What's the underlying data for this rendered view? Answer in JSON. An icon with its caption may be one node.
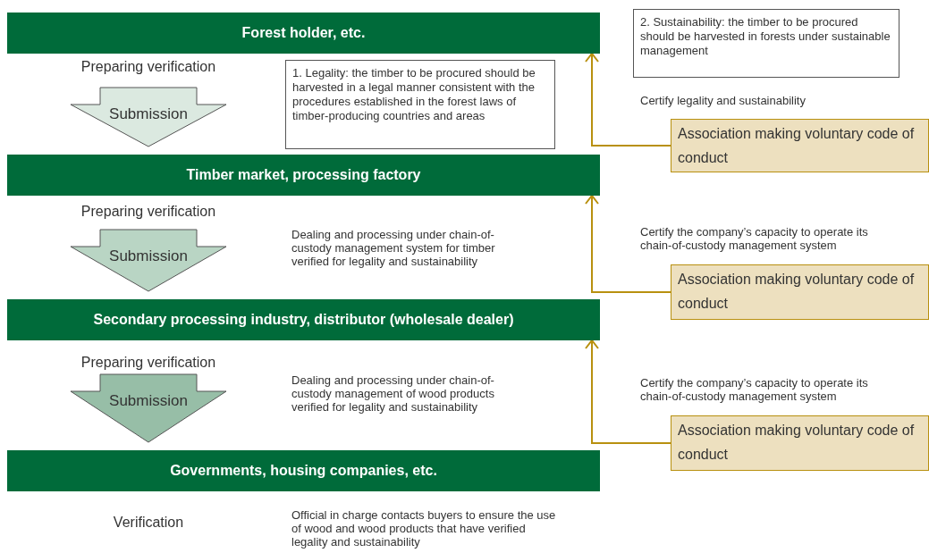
{
  "diagram": {
    "nodes": [
      {
        "text": [
          "Forest holder, etc."
        ]
      },
      {
        "text": [
          "2. Sustainability: the timber to be procured should be harvested in forests under sustainable management"
        ]
      },
      {
        "text": [
          "1. Legality: the timber to be procured should be harvested in a legal manner consistent with the procedures established in the forest laws of timber-producing countries and areas"
        ]
      },
      {
        "text": [
          "Association making voluntary code of conduct"
        ]
      },
      {
        "text": [
          "Timber market, processing factory"
        ]
      },
      {
        "text": [
          "Association making voluntary code of conduct"
        ]
      },
      {
        "text": [
          "Secondary processing industry, distributor (wholesale dealer)"
        ]
      },
      {
        "text": [
          "Association making voluntary code of conduct"
        ]
      },
      {
        "text": [
          "Governments, housing companies, etc."
        ]
      }
    ],
    "edges": [
      {
        "from": 0,
        "to": 4,
        "arrow": "to",
        "label": "Submission"
      },
      {
        "from": 3,
        "to": 0,
        "arrow": "to",
        "color": "#b8900f"
      },
      {
        "from": 4,
        "to": 6,
        "arrow": "to",
        "label": "Submission"
      },
      {
        "from": 5,
        "to": 4,
        "arrow": "to",
        "color": "#b8900f"
      },
      {
        "from": 6,
        "to": 8,
        "arrow": "to",
        "label": "Submission"
      },
      {
        "from": 7,
        "to": 6,
        "arrow": "to",
        "color": "#b8900f"
      }
    ],
    "labels": [
      "Preparing verification",
      "Certify legality and sustainability",
      "Preparing verification",
      "Certify the company’s capacity to operate its chain-of-custody management system",
      "Dealing and processing under chain-of-custody management system for timber verified for legality and sustainability",
      "Preparing verification",
      "Certify the company’s capacity to operate its chain-of-custody management system",
      "Dealing and processing under chain-of-custody management of wood products verified for legality and sustainability",
      "Verification",
      "Official in charge contacts buyers to ensure the use of wood and wood products that have verified legality and sustainability"
    ]
  }
}
